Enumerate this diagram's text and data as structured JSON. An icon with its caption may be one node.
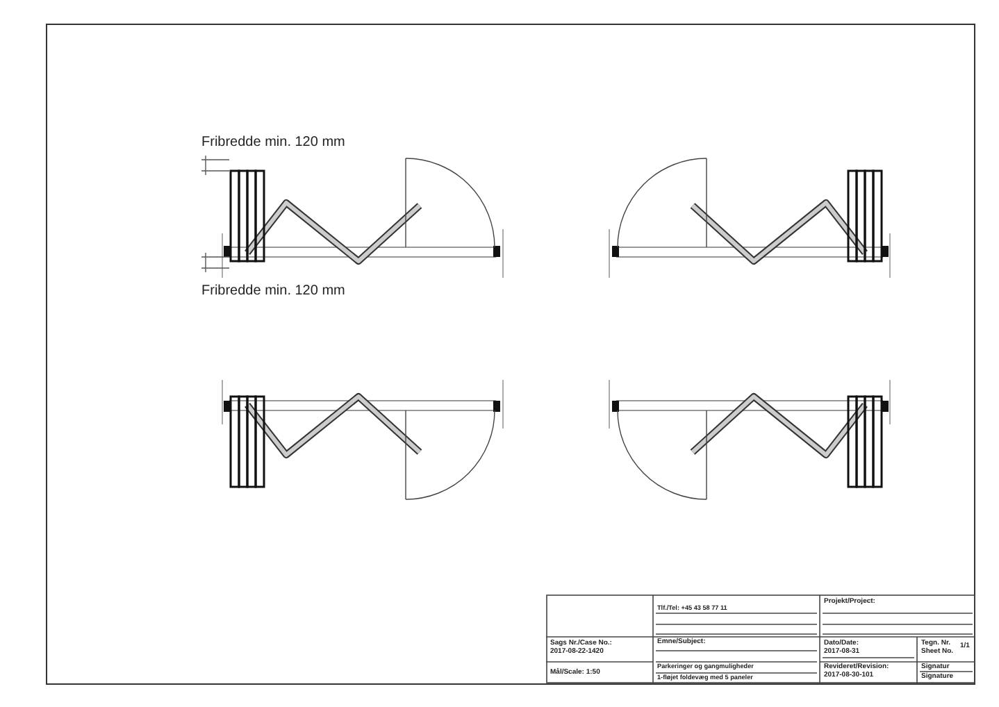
{
  "diagram": {
    "labels": [
      "Fribredde min. 120 mm",
      "Fribredde min. 120 mm",
      "Tlf./Tel: +45 43 58 77 11",
      "Projekt/Project:",
      "Sags Nr./Case No.:",
      "2017-08-22-1420",
      "Emne/Subject:",
      "Dato/Date:",
      "2017-08-31",
      "Tegn. Nr.",
      "Sheet No.",
      "1/1",
      "Parkeringer og gangmuligheder",
      "1-fløjet foldevæg med 5 paneler",
      "Mål/Scale: 1:50",
      "Revideret/Revision:",
      "2017-08-30-101",
      "Signatur",
      "Signature"
    ]
  }
}
